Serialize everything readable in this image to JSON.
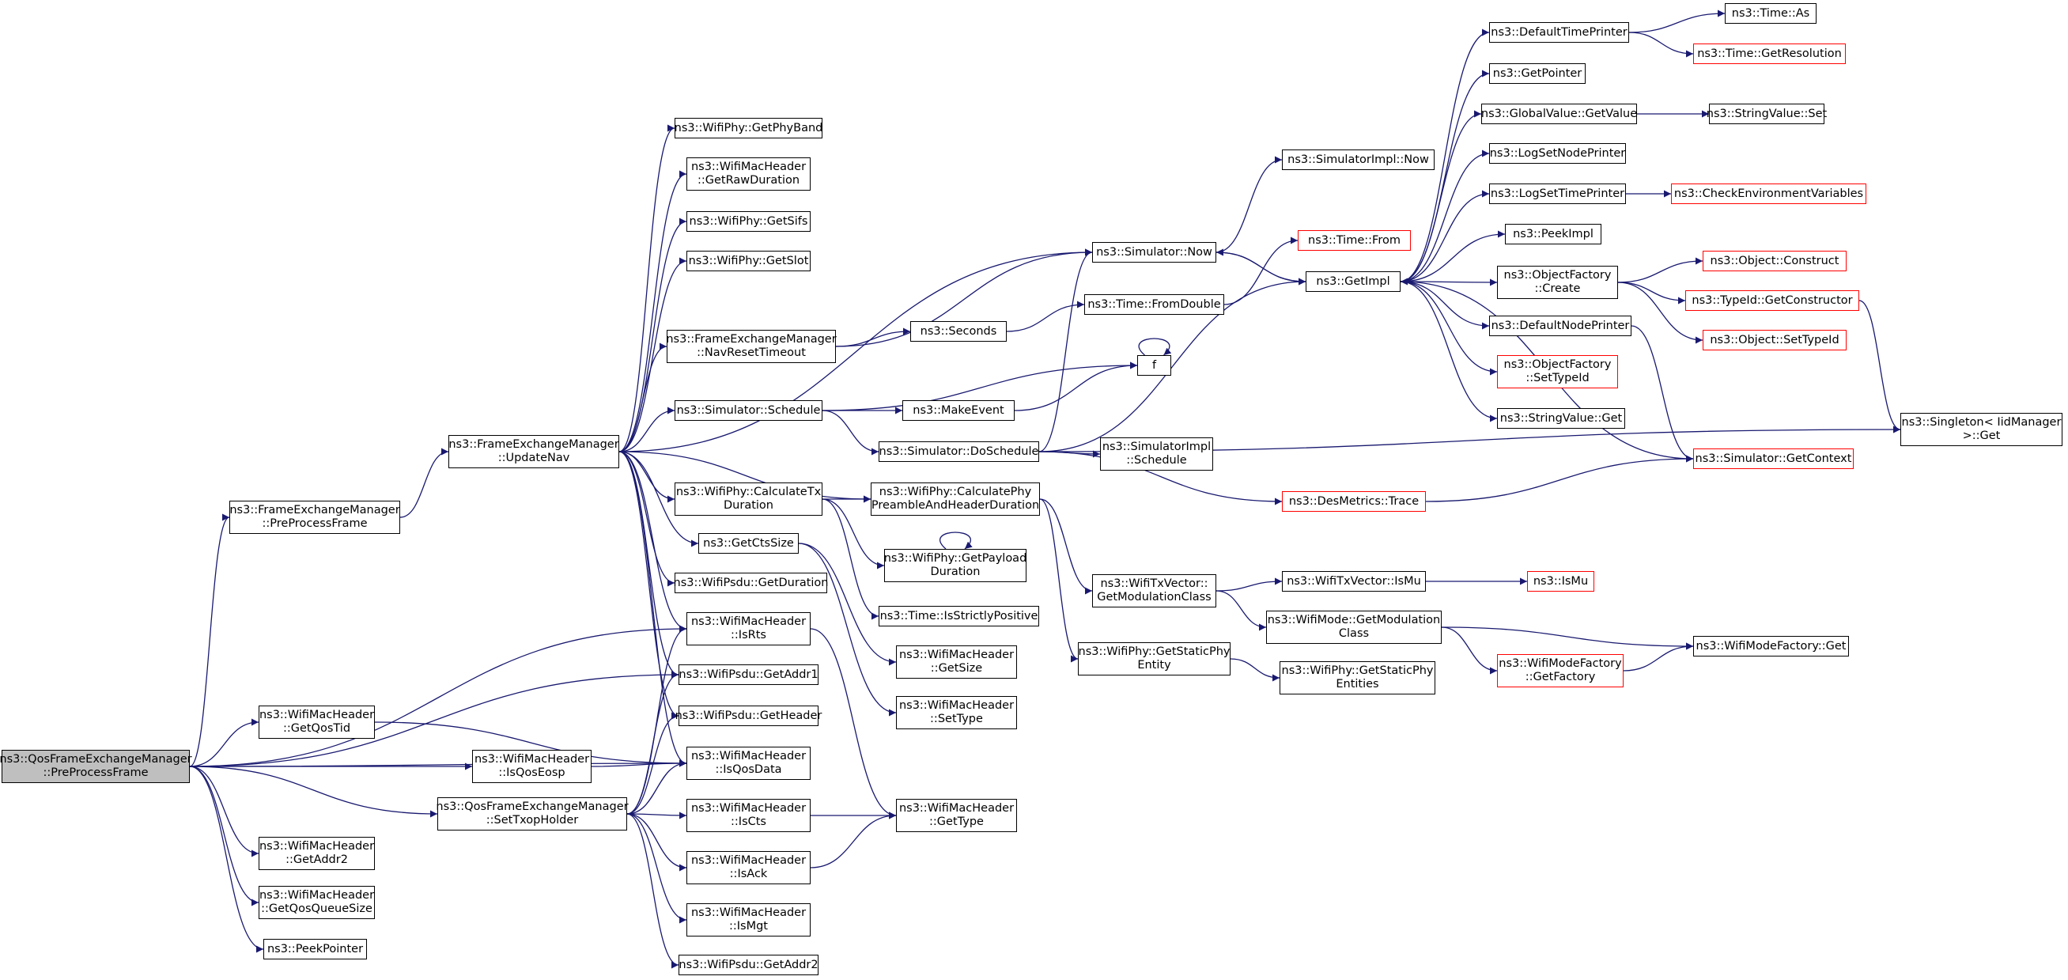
{
  "colors": {
    "edge": "#191970",
    "box_border": "#000000",
    "truncated_border": "#ff0000",
    "root_fill": "#bfbfbf"
  },
  "nodes": [
    {
      "id": "root",
      "lines": [
        "ns3::QosFrameExchangeManager",
        "::PreProcessFrame"
      ],
      "style": "root"
    },
    {
      "id": "fem_ppf",
      "lines": [
        "ns3::FrameExchangeManager",
        "::PreProcessFrame"
      ]
    },
    {
      "id": "updnav",
      "lines": [
        "ns3::FrameExchangeManager",
        "::UpdateNav"
      ]
    },
    {
      "id": "getqostid",
      "lines": [
        "ns3::WifiMacHeader",
        "::GetQosTid"
      ]
    },
    {
      "id": "isqoseosp",
      "lines": [
        "ns3::WifiMacHeader",
        "::IsQosEosp"
      ]
    },
    {
      "id": "settxop",
      "lines": [
        "ns3::QosFrameExchangeManager",
        "::SetTxopHolder"
      ]
    },
    {
      "id": "getaddr2",
      "lines": [
        "ns3::WifiMacHeader",
        "::GetAddr2"
      ]
    },
    {
      "id": "getqosqs",
      "lines": [
        "ns3::WifiMacHeader",
        "::GetQosQueueSize"
      ]
    },
    {
      "id": "peekptr",
      "lines": [
        "ns3::PeekPointer"
      ]
    },
    {
      "id": "getphyband",
      "lines": [
        "ns3::WifiPhy::GetPhyBand"
      ]
    },
    {
      "id": "getrawdur",
      "lines": [
        "ns3::WifiMacHeader",
        "::GetRawDuration"
      ]
    },
    {
      "id": "getsifs",
      "lines": [
        "ns3::WifiPhy::GetSifs"
      ]
    },
    {
      "id": "getslot",
      "lines": [
        "ns3::WifiPhy::GetSlot"
      ]
    },
    {
      "id": "navreset",
      "lines": [
        "ns3::FrameExchangeManager",
        "::NavResetTimeout"
      ]
    },
    {
      "id": "schedule",
      "lines": [
        "ns3::Simulator::Schedule"
      ]
    },
    {
      "id": "calctx",
      "lines": [
        "ns3::WifiPhy::CalculateTx",
        "Duration"
      ]
    },
    {
      "id": "getctssize",
      "lines": [
        "ns3::GetCtsSize"
      ]
    },
    {
      "id": "psdu_dur",
      "lines": [
        "ns3::WifiPsdu::GetDuration"
      ]
    },
    {
      "id": "isrts",
      "lines": [
        "ns3::WifiMacHeader",
        "::IsRts"
      ]
    },
    {
      "id": "psdu_addr1",
      "lines": [
        "ns3::WifiPsdu::GetAddr1"
      ]
    },
    {
      "id": "psdu_hdr",
      "lines": [
        "ns3::WifiPsdu::GetHeader"
      ]
    },
    {
      "id": "isqosdata",
      "lines": [
        "ns3::WifiMacHeader",
        "::IsQosData"
      ]
    },
    {
      "id": "iscts",
      "lines": [
        "ns3::WifiMacHeader",
        "::IsCts"
      ]
    },
    {
      "id": "isack",
      "lines": [
        "ns3::WifiMacHeader",
        "::IsAck"
      ]
    },
    {
      "id": "ismgt",
      "lines": [
        "ns3::WifiMacHeader",
        "::IsMgt"
      ]
    },
    {
      "id": "psdu_addr2",
      "lines": [
        "ns3::WifiPsdu::GetAddr2"
      ]
    },
    {
      "id": "simnow",
      "lines": [
        "ns3::Simulator::Now"
      ]
    },
    {
      "id": "seconds",
      "lines": [
        "ns3::Seconds"
      ]
    },
    {
      "id": "makeevent",
      "lines": [
        "ns3::MakeEvent"
      ]
    },
    {
      "id": "dosched",
      "lines": [
        "ns3::Simulator::DoSchedule"
      ]
    },
    {
      "id": "calcpre",
      "lines": [
        "ns3::WifiPhy::CalculatePhy",
        "PreambleAndHeaderDuration"
      ]
    },
    {
      "id": "getpayload",
      "lines": [
        "ns3::WifiPhy::GetPayload",
        "Duration"
      ]
    },
    {
      "id": "strictpos",
      "lines": [
        "ns3::Time::IsStrictlyPositive"
      ]
    },
    {
      "id": "getsize",
      "lines": [
        "ns3::WifiMacHeader",
        "::GetSize"
      ]
    },
    {
      "id": "settype",
      "lines": [
        "ns3::WifiMacHeader",
        "::SetType"
      ]
    },
    {
      "id": "gettype",
      "lines": [
        "ns3::WifiMacHeader",
        "::GetType"
      ]
    },
    {
      "id": "fromdouble",
      "lines": [
        "ns3::Time::FromDouble"
      ]
    },
    {
      "id": "f",
      "lines": [
        "f"
      ]
    },
    {
      "id": "simimplnow",
      "lines": [
        "ns3::SimulatorImpl::Now"
      ]
    },
    {
      "id": "timefrom",
      "lines": [
        "ns3::Time::From"
      ],
      "style": "red"
    },
    {
      "id": "getimpl",
      "lines": [
        "ns3::GetImpl"
      ]
    },
    {
      "id": "simimplsched",
      "lines": [
        "ns3::SimulatorImpl",
        "::Schedule"
      ]
    },
    {
      "id": "desmetrics",
      "lines": [
        "ns3::DesMetrics::Trace"
      ],
      "style": "red"
    },
    {
      "id": "getmodclass",
      "lines": [
        "ns3::WifiTxVector::",
        "GetModulationClass"
      ]
    },
    {
      "id": "getstaticphy",
      "lines": [
        "ns3::WifiPhy::GetStaticPhy",
        "Entity"
      ]
    },
    {
      "id": "txvismu",
      "lines": [
        "ns3::WifiTxVector::IsMu"
      ]
    },
    {
      "id": "wmgetmod",
      "lines": [
        "ns3::WifiMode::GetModulation",
        "Class"
      ]
    },
    {
      "id": "getstaticphyents",
      "lines": [
        "ns3::WifiPhy::GetStaticPhy",
        "Entities"
      ]
    },
    {
      "id": "defprinter",
      "lines": [
        "ns3::DefaultTimePrinter"
      ]
    },
    {
      "id": "getpointer",
      "lines": [
        "ns3::GetPointer"
      ]
    },
    {
      "id": "gvgetvalue",
      "lines": [
        "ns3::GlobalValue::GetValue"
      ]
    },
    {
      "id": "lognode",
      "lines": [
        "ns3::LogSetNodePrinter"
      ]
    },
    {
      "id": "logtime",
      "lines": [
        "ns3::LogSetTimePrinter"
      ]
    },
    {
      "id": "peekimpl",
      "lines": [
        "ns3::PeekImpl"
      ]
    },
    {
      "id": "ofcreate",
      "lines": [
        "ns3::ObjectFactory",
        "::Create"
      ]
    },
    {
      "id": "defnode",
      "lines": [
        "ns3::DefaultNodePrinter"
      ]
    },
    {
      "id": "ofsettype",
      "lines": [
        "ns3::ObjectFactory",
        "::SetTypeId"
      ],
      "style": "red"
    },
    {
      "id": "svget",
      "lines": [
        "ns3::StringValue::Get"
      ]
    },
    {
      "id": "getcontext",
      "lines": [
        "ns3::Simulator::GetContext"
      ],
      "style": "red"
    },
    {
      "id": "ismu",
      "lines": [
        "ns3::IsMu"
      ],
      "style": "red"
    },
    {
      "id": "getfactory",
      "lines": [
        "ns3::WifiModeFactory",
        "::GetFactory"
      ],
      "style": "red"
    },
    {
      "id": "wmfget",
      "lines": [
        "ns3::WifiModeFactory::Get"
      ]
    },
    {
      "id": "timeas",
      "lines": [
        "ns3::Time::As"
      ]
    },
    {
      "id": "getres",
      "lines": [
        "ns3::Time::GetResolution"
      ],
      "style": "red"
    },
    {
      "id": "svset",
      "lines": [
        "ns3::StringValue::Set"
      ]
    },
    {
      "id": "checkenv",
      "lines": [
        "ns3::CheckEnvironmentVariables"
      ],
      "style": "red"
    },
    {
      "id": "objconstruct",
      "lines": [
        "ns3::Object::Construct"
      ],
      "style": "red"
    },
    {
      "id": "getctor",
      "lines": [
        "ns3::TypeId::GetConstructor"
      ],
      "style": "red"
    },
    {
      "id": "objsettype",
      "lines": [
        "ns3::Object::SetTypeId"
      ],
      "style": "red"
    },
    {
      "id": "singleton",
      "lines": [
        "ns3::Singleton< IidManager",
        ">::Get"
      ]
    }
  ],
  "edges": [
    [
      "root",
      "fem_ppf"
    ],
    [
      "root",
      "isrts"
    ],
    [
      "root",
      "psdu_addr1"
    ],
    [
      "root",
      "getqostid"
    ],
    [
      "root",
      "isqosdata"
    ],
    [
      "root",
      "isqoseosp"
    ],
    [
      "root",
      "settxop"
    ],
    [
      "root",
      "getaddr2"
    ],
    [
      "root",
      "getqosqs"
    ],
    [
      "root",
      "peekptr"
    ],
    [
      "fem_ppf",
      "updnav"
    ],
    [
      "updnav",
      "getphyband"
    ],
    [
      "updnav",
      "getrawdur"
    ],
    [
      "updnav",
      "getsifs"
    ],
    [
      "updnav",
      "getslot"
    ],
    [
      "updnav",
      "simnow"
    ],
    [
      "updnav",
      "navreset"
    ],
    [
      "updnav",
      "schedule"
    ],
    [
      "updnav",
      "calcpre"
    ],
    [
      "updnav",
      "calctx"
    ],
    [
      "updnav",
      "getctssize"
    ],
    [
      "updnav",
      "psdu_dur"
    ],
    [
      "updnav",
      "isrts"
    ],
    [
      "updnav",
      "psdu_addr1"
    ],
    [
      "updnav",
      "psdu_hdr"
    ],
    [
      "updnav",
      "isqosdata"
    ],
    [
      "getqostid",
      "isqosdata"
    ],
    [
      "isqoseosp",
      "isqosdata"
    ],
    [
      "settxop",
      "isrts"
    ],
    [
      "settxop",
      "psdu_addr1"
    ],
    [
      "settxop",
      "psdu_hdr"
    ],
    [
      "settxop",
      "isqosdata"
    ],
    [
      "settxop",
      "iscts"
    ],
    [
      "settxop",
      "isack"
    ],
    [
      "settxop",
      "ismgt"
    ],
    [
      "settxop",
      "psdu_addr2"
    ],
    [
      "navreset",
      "simnow"
    ],
    [
      "navreset",
      "seconds"
    ],
    [
      "schedule",
      "f"
    ],
    [
      "schedule",
      "makeevent"
    ],
    [
      "schedule",
      "dosched"
    ],
    [
      "calctx",
      "calcpre"
    ],
    [
      "calctx",
      "getpayload"
    ],
    [
      "calctx",
      "strictpos"
    ],
    [
      "getctssize",
      "getsize"
    ],
    [
      "getctssize",
      "settype"
    ],
    [
      "isrts",
      "gettype"
    ],
    [
      "iscts",
      "gettype"
    ],
    [
      "isack",
      "gettype"
    ],
    [
      "simnow",
      "simimplnow"
    ],
    [
      "simnow",
      "getimpl"
    ],
    [
      "seconds",
      "fromdouble"
    ],
    [
      "fromdouble",
      "timefrom"
    ],
    [
      "makeevent",
      "f"
    ],
    [
      "f",
      "f"
    ],
    [
      "getpayload",
      "getpayload"
    ],
    [
      "dosched",
      "simnow"
    ],
    [
      "dosched",
      "getimpl"
    ],
    [
      "dosched",
      "simimplsched"
    ],
    [
      "dosched",
      "desmetrics"
    ],
    [
      "dosched",
      "singleton"
    ],
    [
      "calcpre",
      "getmodclass"
    ],
    [
      "calcpre",
      "getstaticphy"
    ],
    [
      "getmodclass",
      "txvismu"
    ],
    [
      "getmodclass",
      "wmgetmod"
    ],
    [
      "getstaticphy",
      "getstaticphyents"
    ],
    [
      "txvismu",
      "ismu"
    ],
    [
      "wmgetmod",
      "wmfget"
    ],
    [
      "wmgetmod",
      "getfactory"
    ],
    [
      "getfactory",
      "wmfget"
    ],
    [
      "getimpl",
      "simnow"
    ],
    [
      "getimpl",
      "defprinter"
    ],
    [
      "getimpl",
      "getpointer"
    ],
    [
      "getimpl",
      "gvgetvalue"
    ],
    [
      "getimpl",
      "lognode"
    ],
    [
      "getimpl",
      "logtime"
    ],
    [
      "getimpl",
      "peekimpl"
    ],
    [
      "getimpl",
      "ofcreate"
    ],
    [
      "getimpl",
      "defnode"
    ],
    [
      "getimpl",
      "ofsettype"
    ],
    [
      "getimpl",
      "svget"
    ],
    [
      "desmetrics",
      "getcontext"
    ],
    [
      "getcontext",
      "getimpl"
    ],
    [
      "defnode",
      "getcontext"
    ],
    [
      "defprinter",
      "timeas"
    ],
    [
      "defprinter",
      "getres"
    ],
    [
      "gvgetvalue",
      "svset"
    ],
    [
      "logtime",
      "checkenv"
    ],
    [
      "ofcreate",
      "objconstruct"
    ],
    [
      "ofcreate",
      "getctor"
    ],
    [
      "ofcreate",
      "objsettype"
    ],
    [
      "getctor",
      "singleton"
    ]
  ]
}
